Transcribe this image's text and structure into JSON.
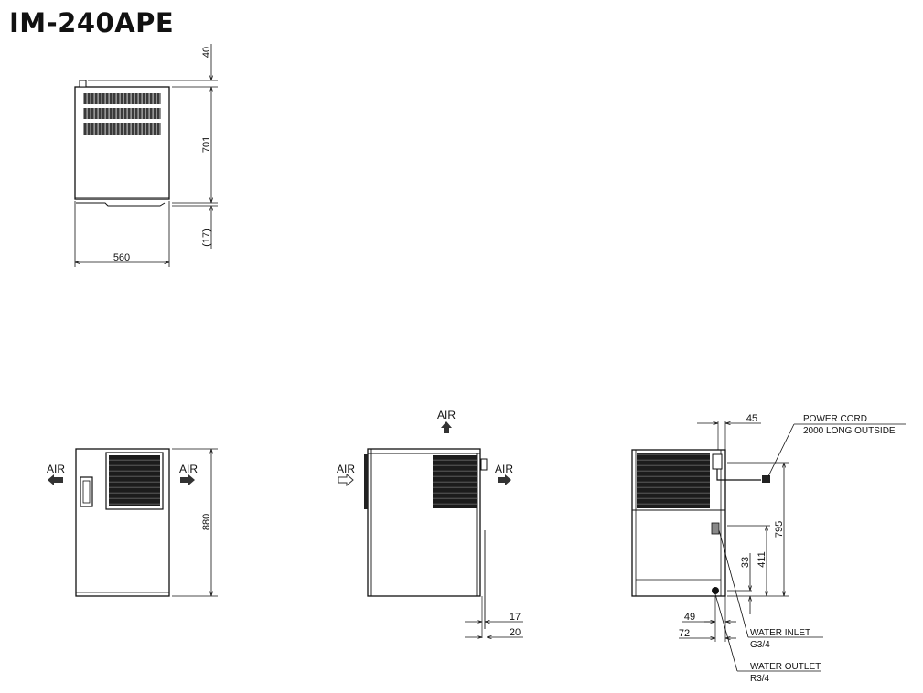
{
  "title": "IM-240APE",
  "top_view": {
    "width_dim": "560",
    "height_dims": [
      "40",
      "701",
      "(17)"
    ]
  },
  "front_view": {
    "air_left": "AIR",
    "air_right": "AIR",
    "height_dim": "880"
  },
  "side_view": {
    "air_top": "AIR",
    "air_in": "AIR",
    "air_out": "AIR",
    "bottom_dims": [
      "17",
      "20"
    ]
  },
  "rear_view": {
    "top_dim": "45",
    "power_cord_line1": "POWER CORD",
    "power_cord_line2": "2000 LONG OUTSIDE",
    "height_dims": [
      "795",
      "411",
      "33"
    ],
    "bottom_dims": [
      "49",
      "72"
    ],
    "water_inlet_label": "WATER INLET",
    "water_inlet_spec": "G3/4",
    "water_outlet_label": "WATER OUTLET",
    "water_outlet_spec": "R3/4"
  },
  "colors": {
    "line": "#111111",
    "grille": "#2a2a2a",
    "background": "#ffffff"
  }
}
